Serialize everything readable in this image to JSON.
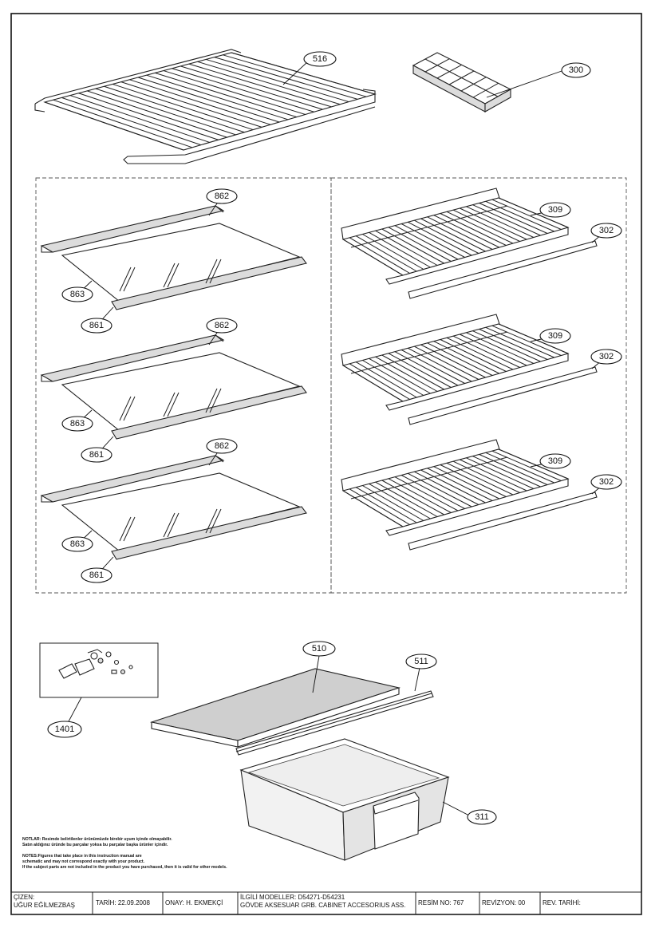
{
  "callouts": {
    "c516": "516",
    "c300": "300",
    "c862": "862",
    "c863": "863",
    "c861": "861",
    "c309": "309",
    "c302": "302",
    "c510": "510",
    "c511": "511",
    "c1401": "1401",
    "c311": "311"
  },
  "notes": {
    "tr_line1": "NOTLAR: Resimde belirtilenler ürünümüzde birebir uyum içinde olmayabilir.",
    "tr_line2": "Satın aldığınız üründe bu parçalar yoksa bu parçalar başka ürünler içindir.",
    "en_line1": "NOTES:Figures that take place in this instruction manual are",
    "en_line2": "schematic and may not correspond exactly with your product.",
    "en_line3": "If the subject parts are not included in the product you have purchased, then it is valid for other models."
  },
  "title_block": {
    "drawn_label": "ÇİZEN:",
    "drawn_value": "UĞUR EĞİLMEZBAŞ",
    "date": "TARİH: 22.09.2008",
    "approved": "ONAY: H. EKMEKÇİ",
    "models": "İLGİLİ MODELLER: D54271-D54231",
    "description": "GÖVDE AKSESUAR GRB. CABINET ACCESORIUS ASS.",
    "drawing_no": "RESİM NO: 767",
    "revision": "REVİZYON: 00",
    "rev_date": "REV. TARİHİ:"
  }
}
